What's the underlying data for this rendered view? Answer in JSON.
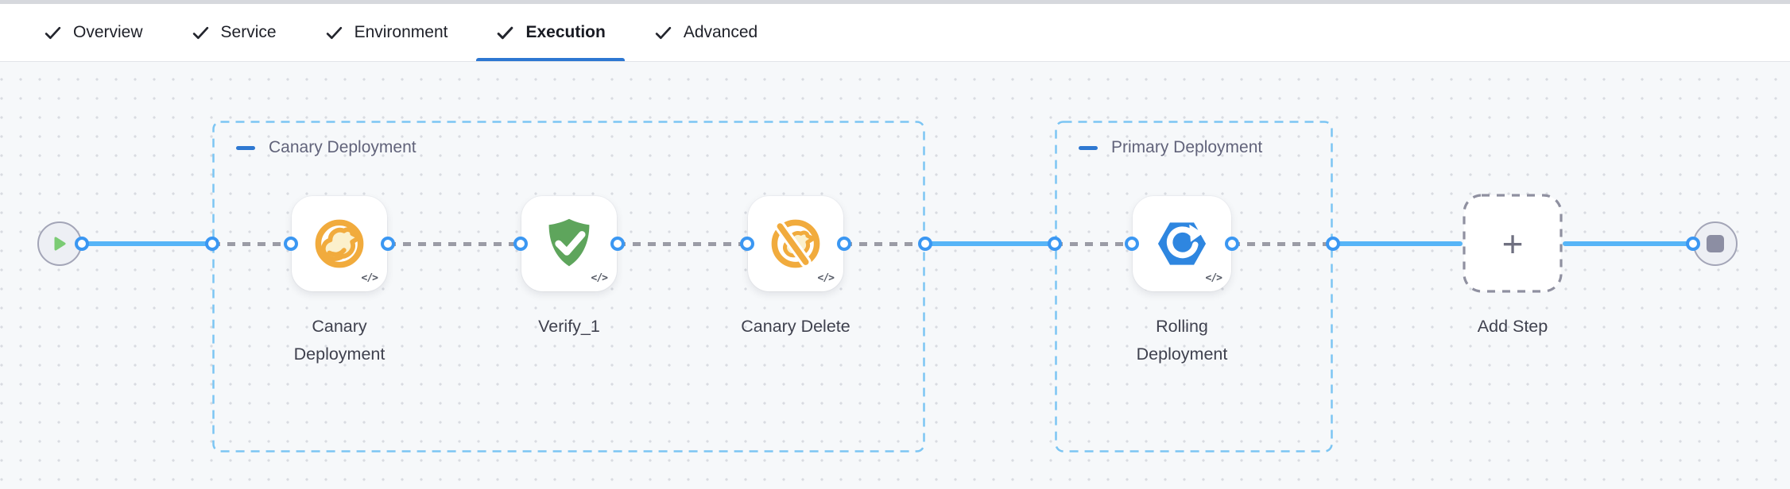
{
  "tabs": {
    "items": [
      {
        "label": "Overview",
        "active": false,
        "icon": "check-icon"
      },
      {
        "label": "Service",
        "active": false,
        "icon": "check-icon"
      },
      {
        "label": "Environment",
        "active": false,
        "icon": "check-icon"
      },
      {
        "label": "Execution",
        "active": true,
        "icon": "check-icon"
      },
      {
        "label": "Advanced",
        "active": false,
        "icon": "check-icon"
      }
    ]
  },
  "pipeline": {
    "groups": [
      {
        "title": "Canary Deployment",
        "collapse_icon": "minus-icon"
      },
      {
        "title": "Primary Deployment",
        "collapse_icon": "minus-icon"
      }
    ],
    "steps": [
      {
        "label": "Canary Deployment",
        "icon": "canary-icon",
        "code_badge": "</>"
      },
      {
        "label": "Verify_1",
        "icon": "shield-check-icon",
        "code_badge": "</>"
      },
      {
        "label": "Canary Delete",
        "icon": "canary-delete-icon",
        "code_badge": "</>"
      },
      {
        "label": "Rolling Deployment",
        "icon": "rolling-deployment-icon",
        "code_badge": "</>"
      }
    ],
    "add_step": {
      "label": "Add Step",
      "plus_glyph": "+",
      "icon": "plus-icon"
    },
    "start_node_icon": "play-icon",
    "end_node_icon": "stop-icon"
  },
  "colors": {
    "accent_blue": "#2d77d2",
    "connector_solid": "#57b5f7",
    "connector_port": "#3b97f2",
    "connector_dashed": "#9b9ca6",
    "group_border": "#7cc5f3",
    "canary_orange": "#f1ab3d",
    "verify_green": "#5ea55c",
    "rolling_blue": "#2e86e0",
    "play_green": "#7bcb74",
    "canvas_bg": "#f6f8fa",
    "dot_grid": "#d8dbe1"
  }
}
